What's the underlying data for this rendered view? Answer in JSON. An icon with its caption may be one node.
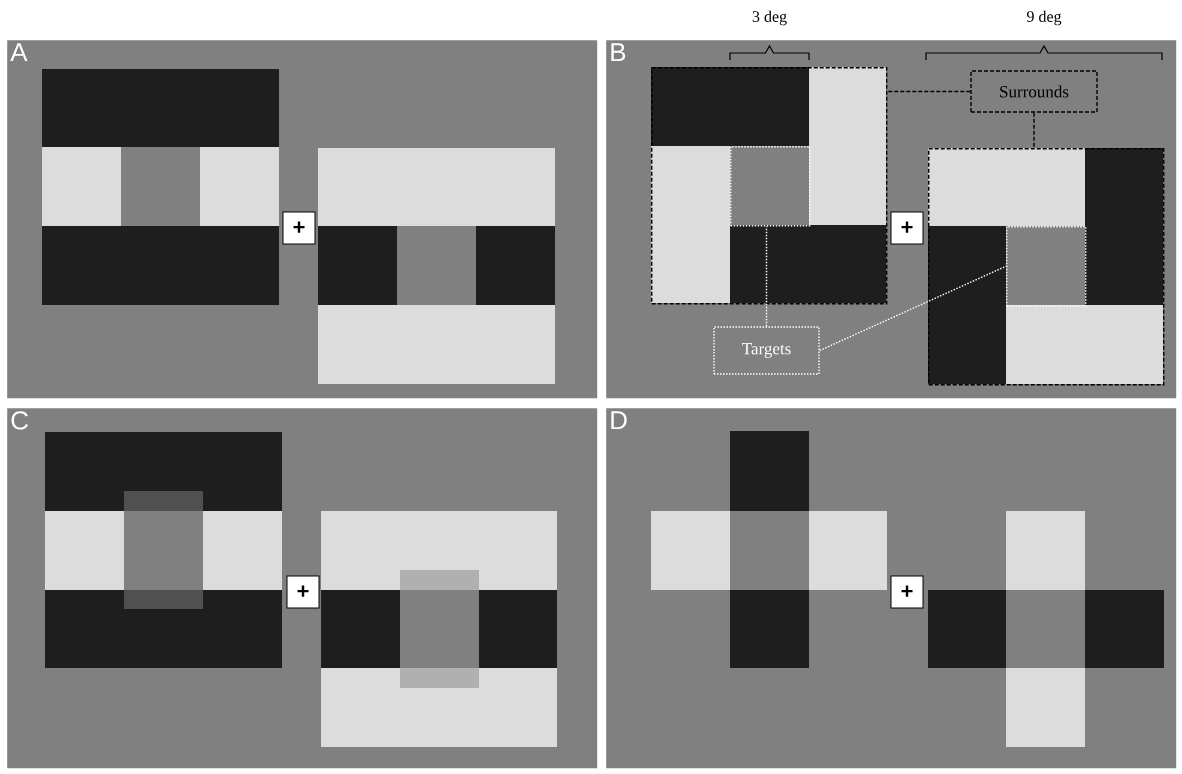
{
  "diagram": {
    "nodes": [
      {
        "text": [
          "A"
        ]
      },
      {
        "text": [
          "+"
        ],
        "in": 0
      },
      {
        "text": [
          "B"
        ]
      },
      {
        "text": [],
        "shape": "box",
        "in": 2
      },
      {
        "text": [],
        "shape": "box",
        "in": 3
      },
      {
        "text": [
          "Surrounds"
        ],
        "in": 2
      },
      {
        "text": [
          "+"
        ],
        "in": 2
      },
      {
        "text": [],
        "shape": "box",
        "in": 2
      },
      {
        "text": [],
        "shape": "box",
        "in": 7
      },
      {
        "text": [
          "Targets"
        ],
        "in": 2
      },
      {
        "text": [
          "C"
        ]
      },
      {
        "text": [
          "+"
        ],
        "in": 10
      },
      {
        "text": [
          "D"
        ]
      },
      {
        "text": [
          "+"
        ],
        "in": 12
      }
    ],
    "edges": [
      {
        "from": 5,
        "to": 3,
        "arrow": "none",
        "style": "dashed"
      },
      {
        "from": 5,
        "to": 7,
        "arrow": "none",
        "style": "dashed"
      },
      {
        "from": 9,
        "to": 4,
        "arrow": "none",
        "style": "dashed",
        "color": "#ffffff"
      },
      {
        "from": 9,
        "to": 8,
        "arrow": "none",
        "style": "dashed",
        "color": "#ffffff"
      }
    ],
    "labels": [
      "3 deg",
      "9 deg"
    ]
  }
}
